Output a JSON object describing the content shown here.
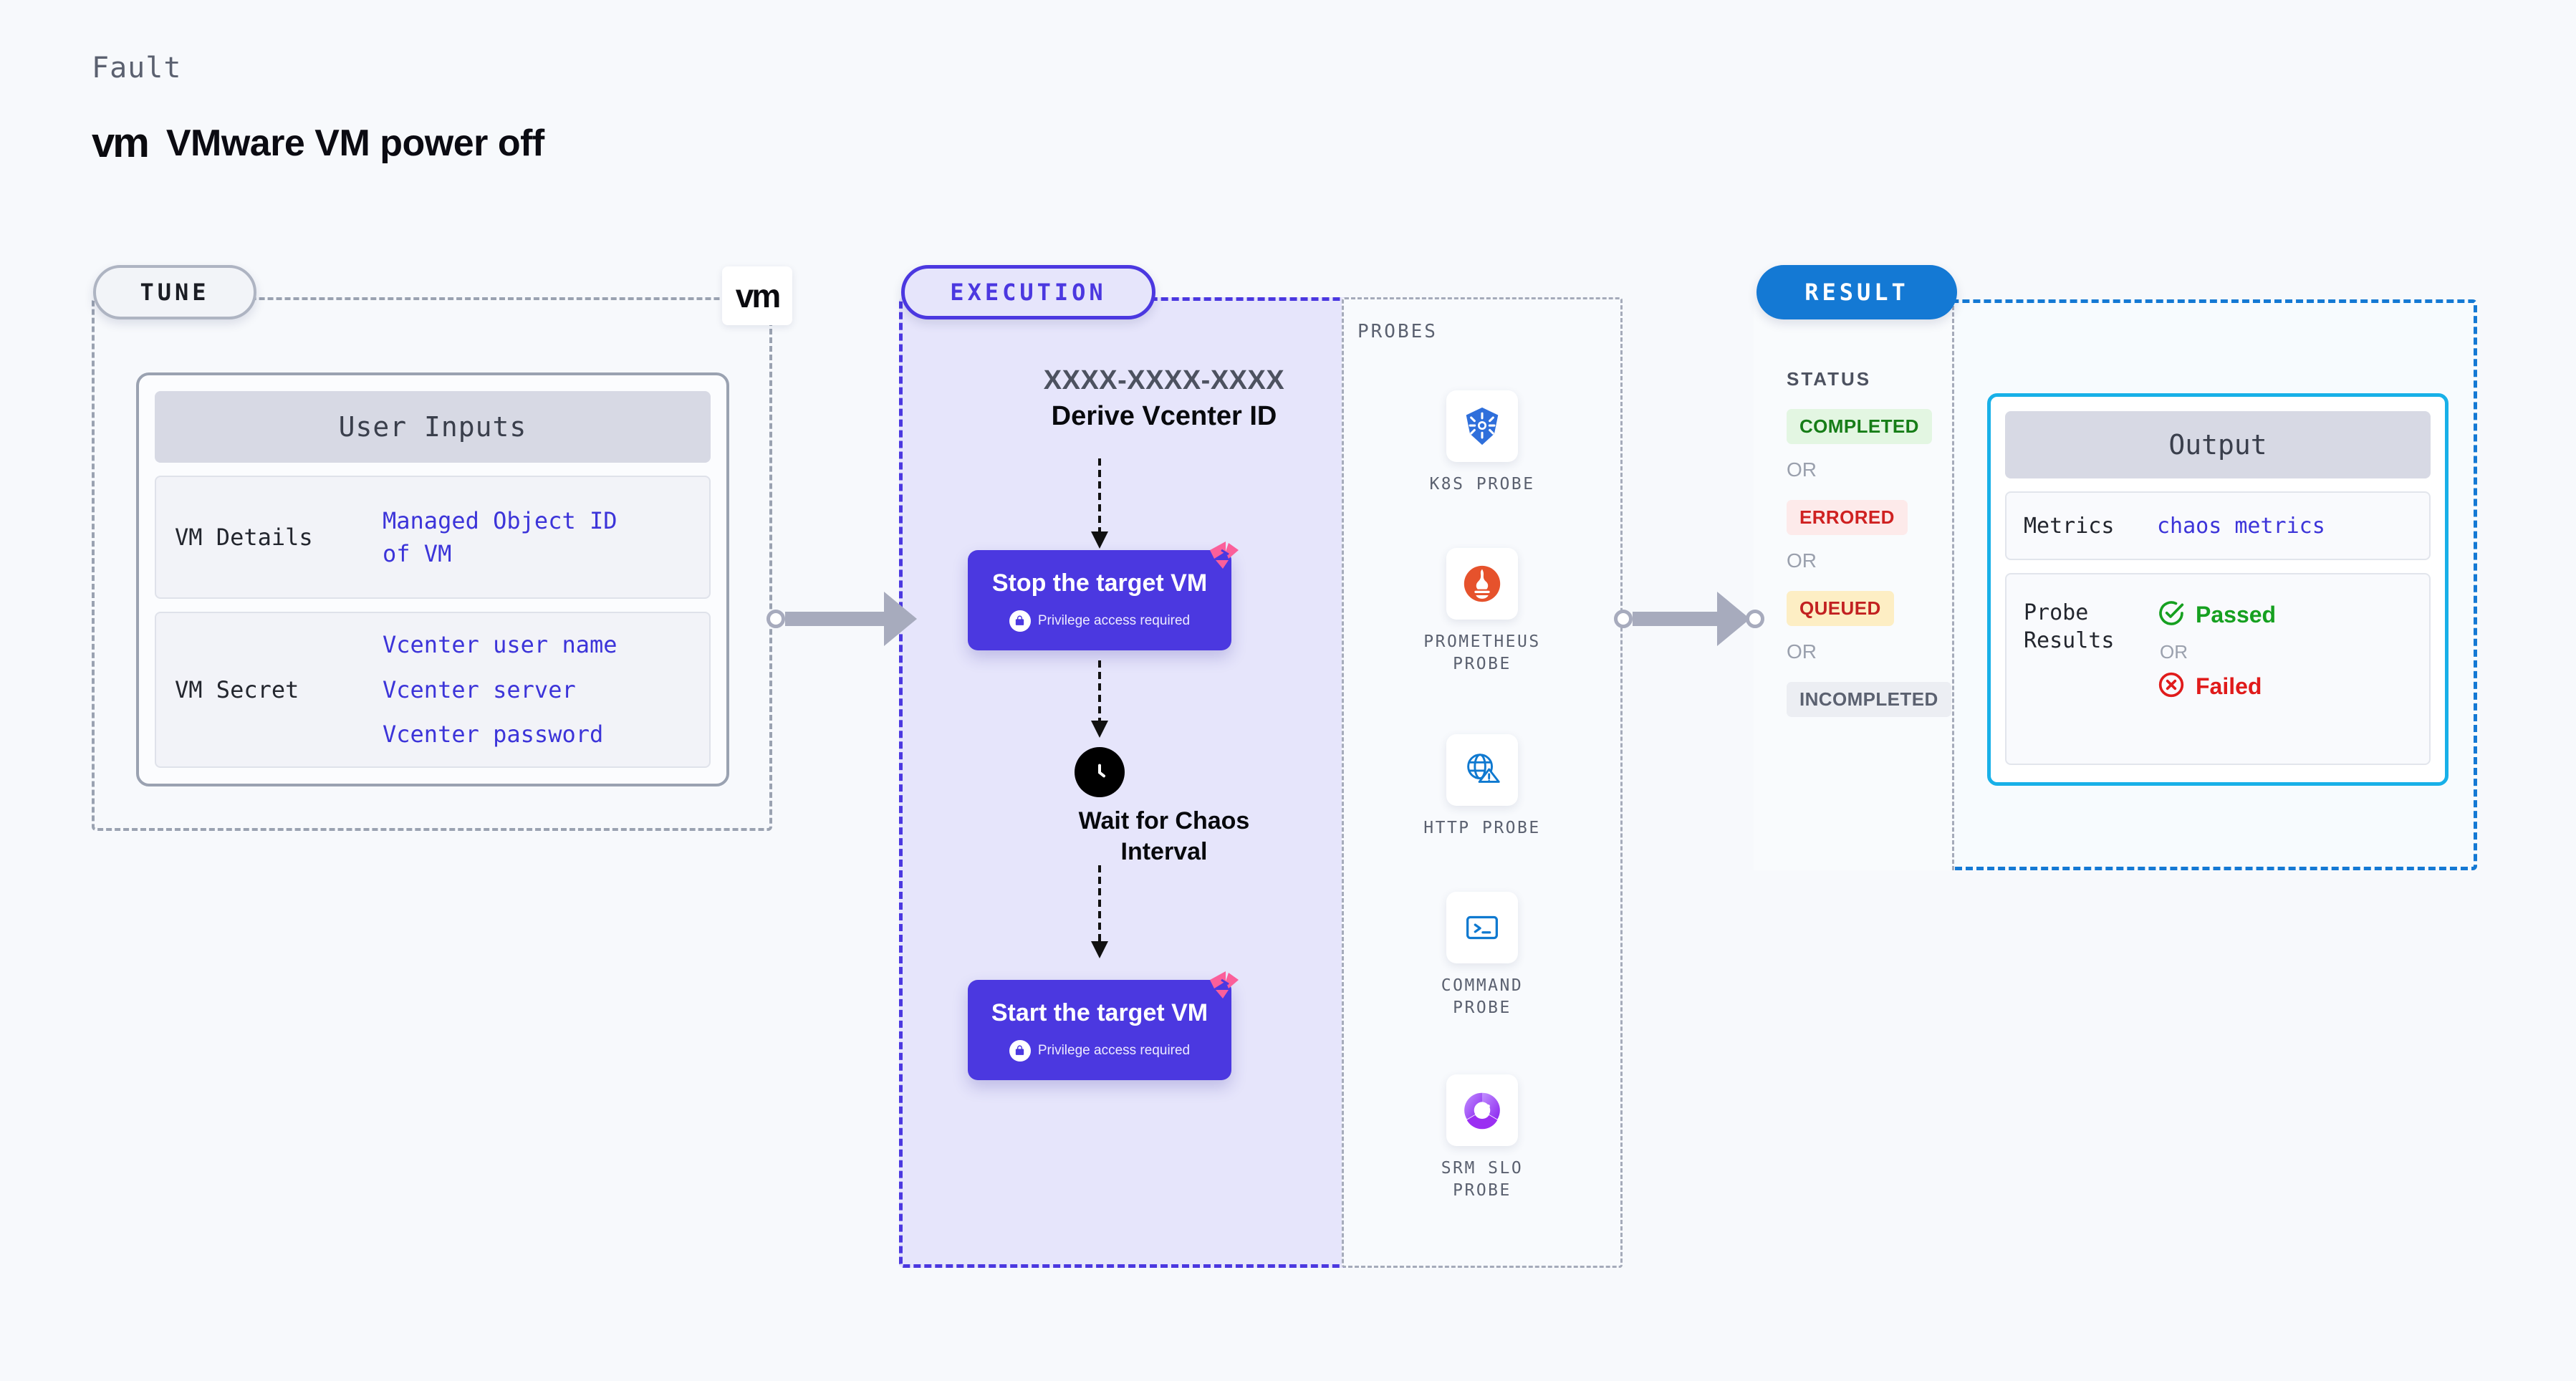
{
  "header": {
    "eyebrow": "Fault",
    "logo_text": "vm",
    "title": "VMware VM power off"
  },
  "tune": {
    "tag": "TUNE",
    "badge_logo": "vm",
    "card_title": "User Inputs",
    "rows": [
      {
        "key": "VM Details",
        "values": [
          "Managed Object ID",
          "of VM"
        ]
      },
      {
        "key": "VM Secret",
        "values": [
          "Vcenter user name",
          "Vcenter server",
          "Vcenter password"
        ]
      }
    ]
  },
  "execution": {
    "tag": "EXECUTION",
    "chaos_id": "XXXX-XXXX-XXXX",
    "derive_label": "Derive Vcenter ID",
    "stop_step": {
      "title": "Stop the target VM",
      "privilege": "Privilege access required",
      "lock_icon": "lock-icon",
      "chaos_icon": "chaos-badge-icon"
    },
    "wait_step": {
      "icon": "clock-icon",
      "label_line1": "Wait for Chaos",
      "label_line2": "Interval"
    },
    "start_step": {
      "title": "Start the target VM",
      "privilege": "Privilege access required",
      "lock_icon": "lock-icon",
      "chaos_icon": "chaos-badge-icon"
    }
  },
  "probes": {
    "label": "PROBES",
    "items": [
      {
        "name_line1": "K8S  PROBE",
        "name_line2": "",
        "icon": "kubernetes-icon"
      },
      {
        "name_line1": "PROMETHEUS",
        "name_line2": "PROBE",
        "icon": "prometheus-icon"
      },
      {
        "name_line1": "HTTP  PROBE",
        "name_line2": "",
        "icon": "http-globe-icon"
      },
      {
        "name_line1": "COMMAND",
        "name_line2": "PROBE",
        "icon": "terminal-icon"
      },
      {
        "name_line1": "SRM  SLO",
        "name_line2": "PROBE",
        "icon": "srm-slo-icon"
      }
    ]
  },
  "result": {
    "tag": "RESULT",
    "status_label": "STATUS",
    "or_label": "OR",
    "statuses": [
      {
        "label": "COMPLETED",
        "color": "#167d17",
        "bg": "#e3f6e2"
      },
      {
        "label": "ERRORED",
        "color": "#cf2121",
        "bg": "#fdeaea"
      },
      {
        "label": "QUEUED",
        "color": "#c22121",
        "bg": "#fdeec4"
      },
      {
        "label": "INCOMPLETED",
        "color": "#5b6170",
        "bg": "#eceef3"
      }
    ],
    "output": {
      "title": "Output",
      "metrics_key": "Metrics",
      "metrics_value": "chaos metrics",
      "probe_results_key_line1": "Probe",
      "probe_results_key_line2": "Results",
      "passed_label": "Passed",
      "passed_icon": "check-circle-icon",
      "passed_color": "#16a020",
      "or_label": "OR",
      "failed_label": "Failed",
      "failed_icon": "x-circle-icon",
      "failed_color": "#e01b1b"
    }
  },
  "connectors": [
    {
      "name": "tune-to-execution-arrow"
    },
    {
      "name": "probes-to-result-arrow"
    }
  ],
  "colors": {
    "background": "#f7f9fc",
    "execution_accent": "#4b38e0",
    "result_accent": "#1479d4",
    "output_accent": "#18b0e8",
    "chaos_pink": "#fb5f9a",
    "link_blue": "#3c34d9"
  }
}
